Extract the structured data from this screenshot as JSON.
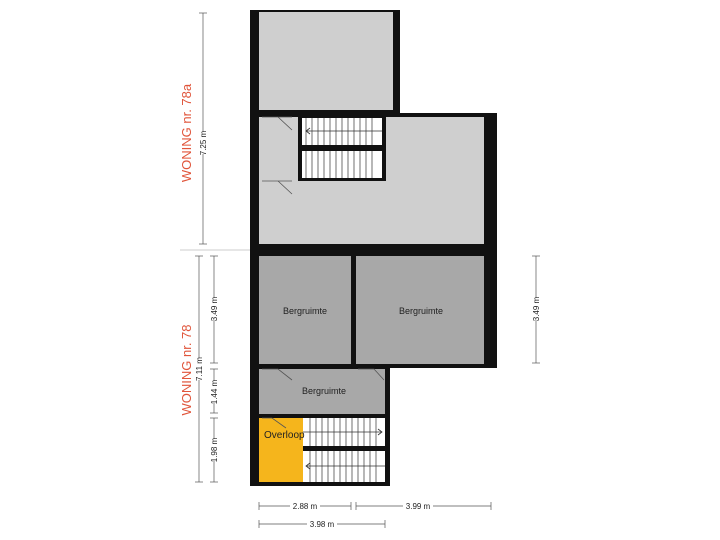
{
  "labels": {
    "woning_78a": "WONING nr. 78a",
    "woning_78": "WONING nr. 78",
    "room_a": "Bergruimte",
    "room_b": "Bergruimte",
    "room_c": "Bergruimte",
    "overloop": "Overloop"
  },
  "dimensions": {
    "h_725": "7.25 m",
    "h_349_left": "3.49 m",
    "h_711": "7.11 m",
    "h_144": "1.44 m",
    "h_198": "1.98 m",
    "h_349_right": "3.49 m",
    "w_288": "2.88 m",
    "w_399": "3.99 m",
    "w_398": "3.98 m"
  },
  "colors": {
    "wall": "#111111",
    "upper_floor": "#cfcfcf",
    "storage": "#a8a8a8",
    "landing": "#f5b51c",
    "accent_text": "#e0553b"
  }
}
